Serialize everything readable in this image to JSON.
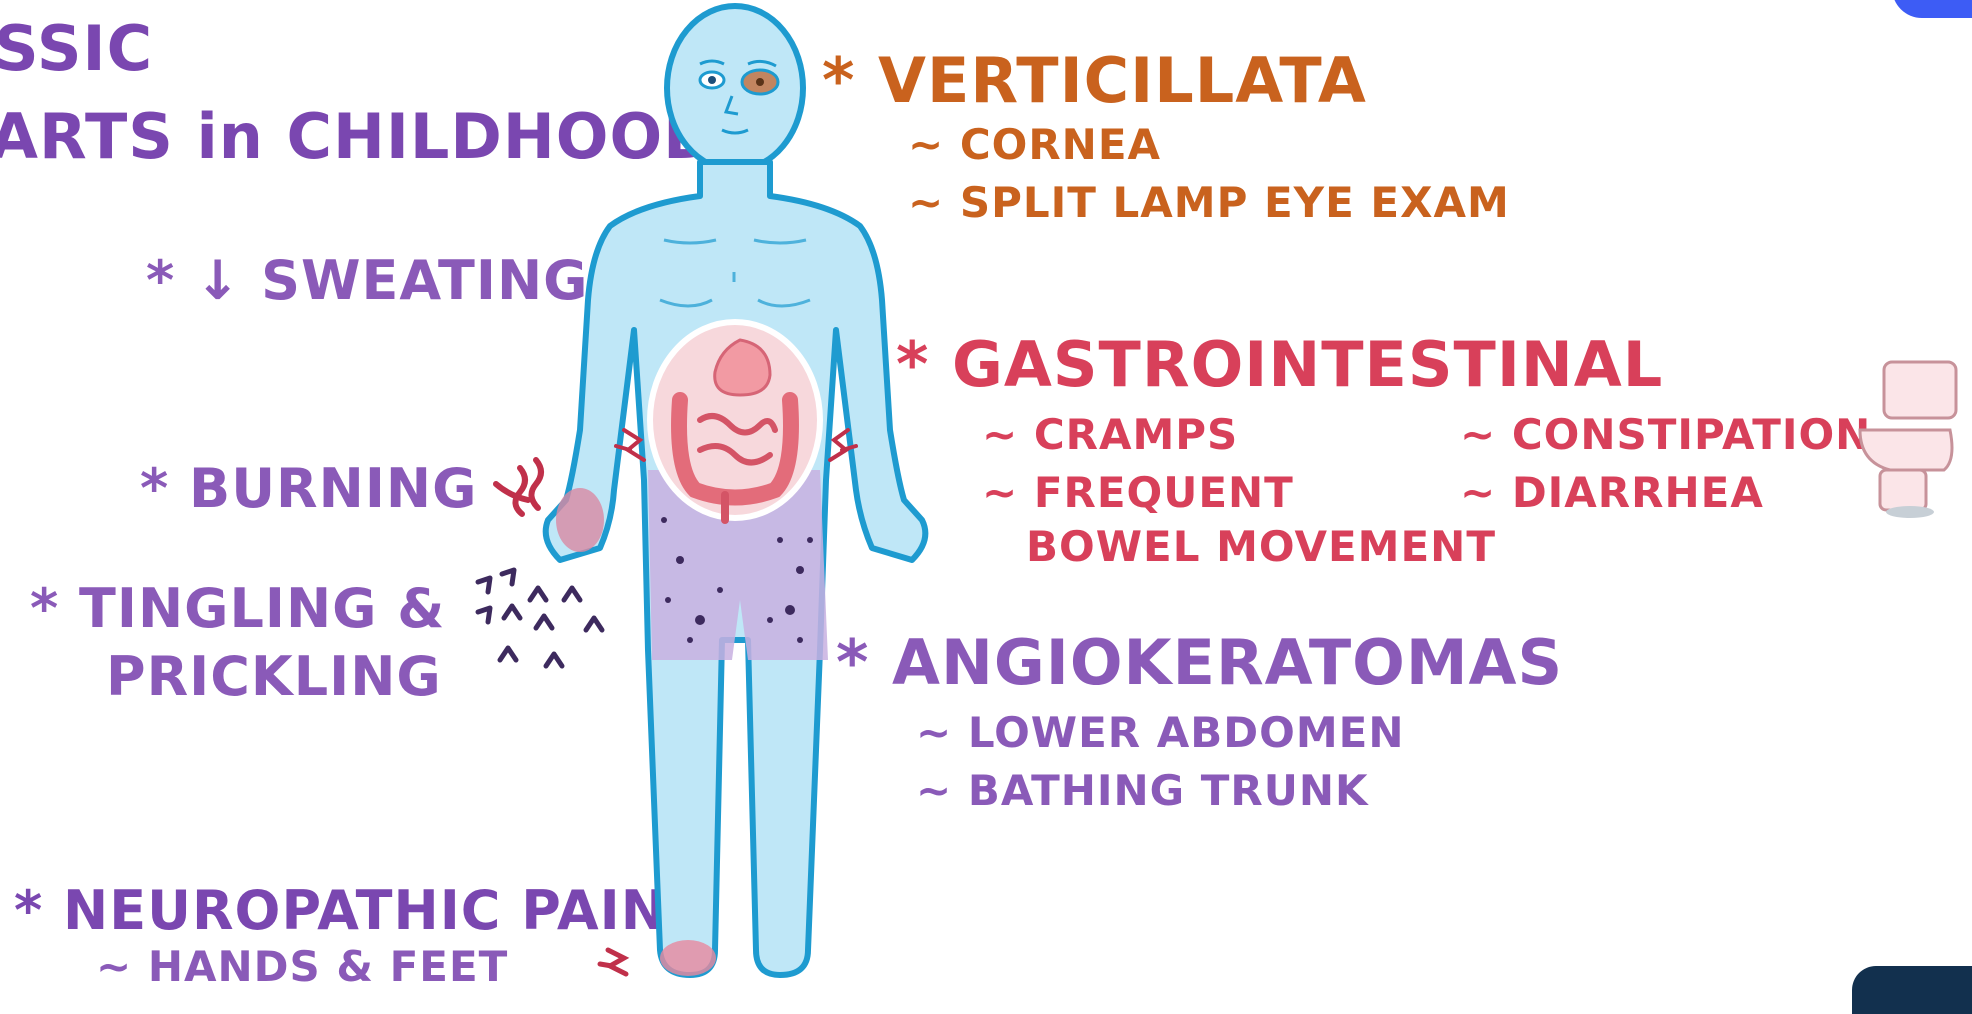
{
  "left": {
    "title_line1": "SSIC",
    "title_line2": "ARTS in CHILDHOOD",
    "sweating": "* ↓ SWEATING",
    "burning": "* BURNING",
    "tingling_line1": "* TINGLING &",
    "tingling_line2": "PRICKLING",
    "neuro": "* NEUROPATHIC PAIN",
    "neuro_sub": "~ HANDS & FEET"
  },
  "right": {
    "verticillata": "* VERTICILLATA",
    "cornea": "~ CORNEA",
    "split_lamp": "~ SPLIT LAMP EYE EXAM",
    "gi": "* GASTROINTESTINAL",
    "cramps": "~ CRAMPS",
    "frequent": "~ FREQUENT",
    "bowel": "BOWEL MOVEMENT",
    "constipation": "~ CONSTIPATION",
    "diarrhea": "~ DIARRHEA",
    "angio": "* ANGIOKERATOMAS",
    "lower_abdomen": "~ LOWER ABDOMEN",
    "bathing_trunk": "~ BATHING TRUNK"
  },
  "colors": {
    "purple": "#8a5ab8",
    "orange": "#c9621e",
    "red": "#d8405a",
    "body_fill": "#bfe7f7",
    "body_outline": "#1e9bd0",
    "trunk_patch": "#c8b0e0",
    "gut": "#f08a92"
  },
  "icons": [
    "body-figure-icon",
    "intestine-icon",
    "toilet-icon",
    "heat-wave-icon",
    "tingling-marks-icon",
    "pain-spark-icon"
  ]
}
